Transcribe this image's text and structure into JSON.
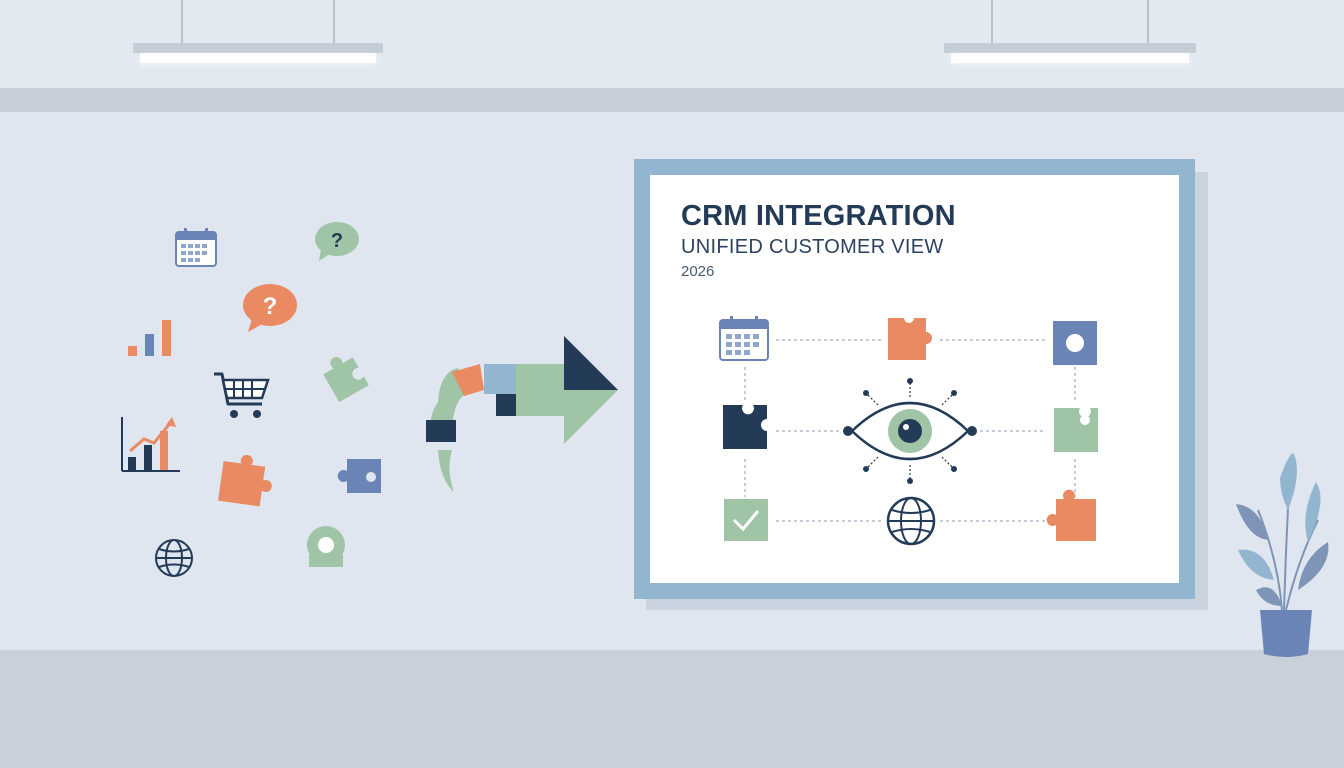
{
  "board": {
    "title": "CRM INTEGRATION",
    "subtitle": "UNIFIED CUSTOMER VIEW",
    "year": "2026"
  },
  "scattered_icons": {
    "question_glyph": "?",
    "items": [
      "calendar-icon",
      "speech-bubble-question-icon",
      "bar-chart-icon",
      "shopping-cart-icon",
      "line-chart-icon",
      "puzzle-piece-icon",
      "globe-icon",
      "location-pin-icon"
    ]
  },
  "diagram_icons": [
    "calendar-icon",
    "puzzle-piece-icon",
    "circle-tile-icon",
    "eye-icon",
    "checkmark-icon",
    "globe-icon"
  ],
  "colors": {
    "navy": "#243b58",
    "orange": "#e98a62",
    "green": "#9fc4a6",
    "slate_blue": "#6a84b5",
    "light_blue": "#93b6d0",
    "wall": "#dfe6ef"
  }
}
